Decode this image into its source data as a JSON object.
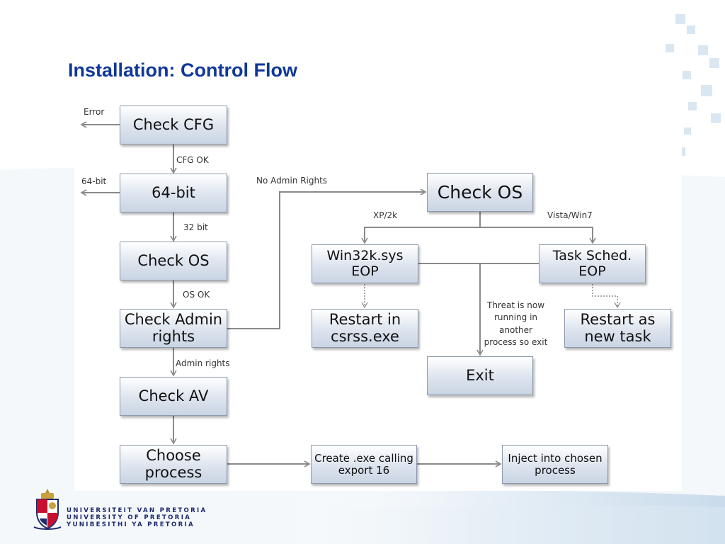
{
  "slide": {
    "title": "Installation: Control Flow"
  },
  "boxes": {
    "check_cfg": "Check CFG",
    "bit64": "64-bit",
    "check_os_left": "Check OS",
    "check_admin": "Check Admin\nrights",
    "check_av": "Check AV",
    "choose_process": "Choose\nprocess",
    "create_exe": "Create .exe calling\nexport 16",
    "inject": "Inject into chosen\nprocess",
    "check_os_right": "Check OS",
    "win32k": "Win32k.sys\nEOP",
    "task_sched": "Task Sched.\nEOP",
    "restart_csrss": "Restart in\ncsrss.exe",
    "restart_task": "Restart as\nnew task",
    "exit": "Exit"
  },
  "labels": {
    "error": "Error",
    "cfg_ok": "CFG OK",
    "bit64_out": "64-bit",
    "bit32": "32 bit",
    "os_ok": "OS OK",
    "admin_rights": "Admin rights",
    "no_admin_rights": "No Admin Rights",
    "xp_2k": "XP/2k",
    "vista_win7": "Vista/Win7",
    "threat_note": "Threat is now\nrunning in\nanother\nprocess so exit"
  },
  "footer": {
    "university_lines": [
      "UNIVERSITEIT VAN PRETORIA",
      "UNIVERSITY OF PRETORIA",
      "YUNIBESITHI YA PRETORIA"
    ]
  },
  "colors": {
    "title": "#10379a",
    "box_border": "#8c9aad",
    "arrow": "#8a8a8a"
  }
}
